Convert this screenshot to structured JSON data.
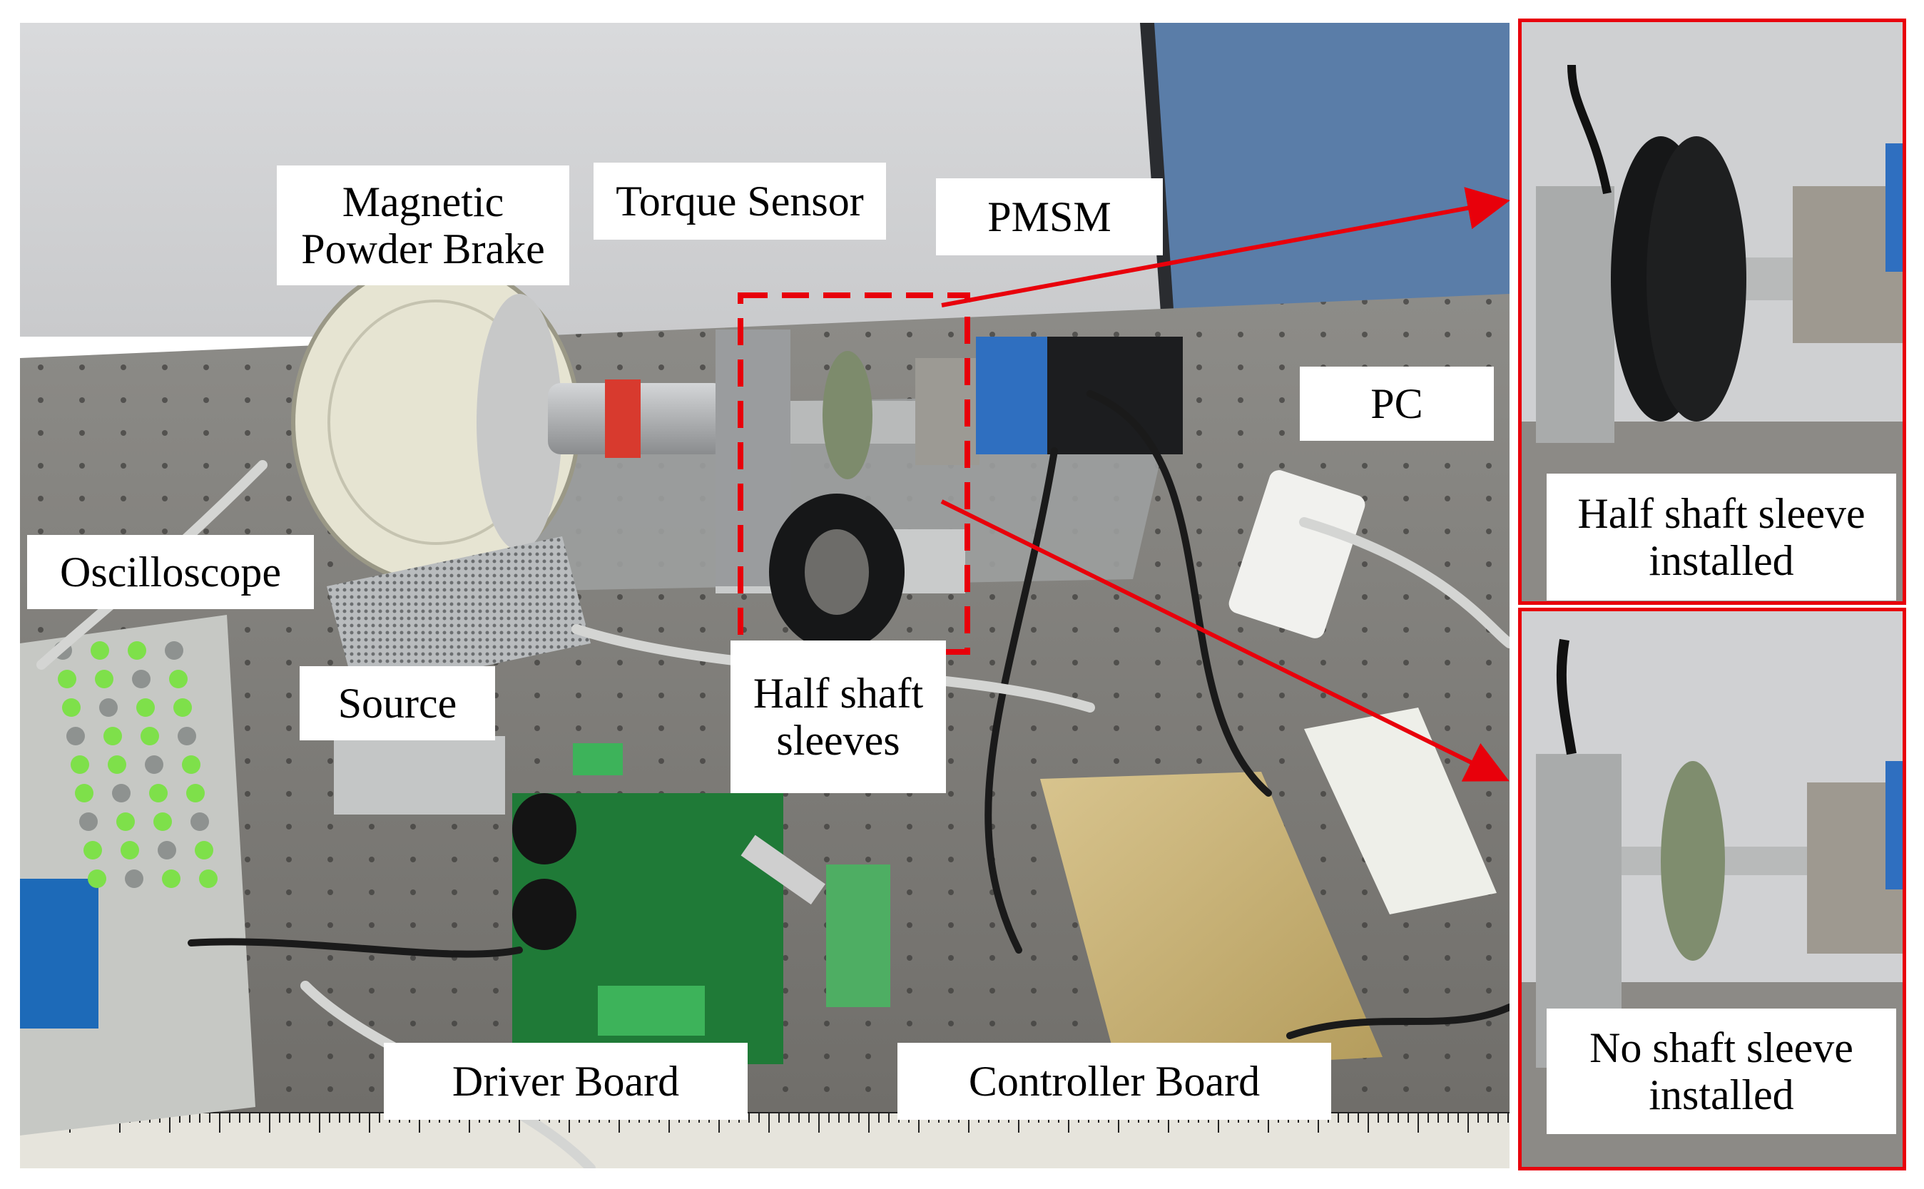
{
  "labels": {
    "magnetic_powder_brake": "Magnetic\nPowder Brake",
    "torque_sensor": "Torque Sensor",
    "pmsm": "PMSM",
    "pc": "PC",
    "oscilloscope": "Oscilloscope",
    "source": "Source",
    "half_shaft_sleeves": "Half shaft\nsleeves",
    "driver_board": "Driver Board",
    "controller_board": "Controller Board",
    "half_shaft_sleeve_installed": "Half shaft sleeve\ninstalled",
    "no_shaft_sleeve_installed": "No shaft sleeve\ninstalled"
  },
  "colors": {
    "highlight_red": "#e8000b",
    "label_background": "#ffffff",
    "label_text": "#000000"
  }
}
